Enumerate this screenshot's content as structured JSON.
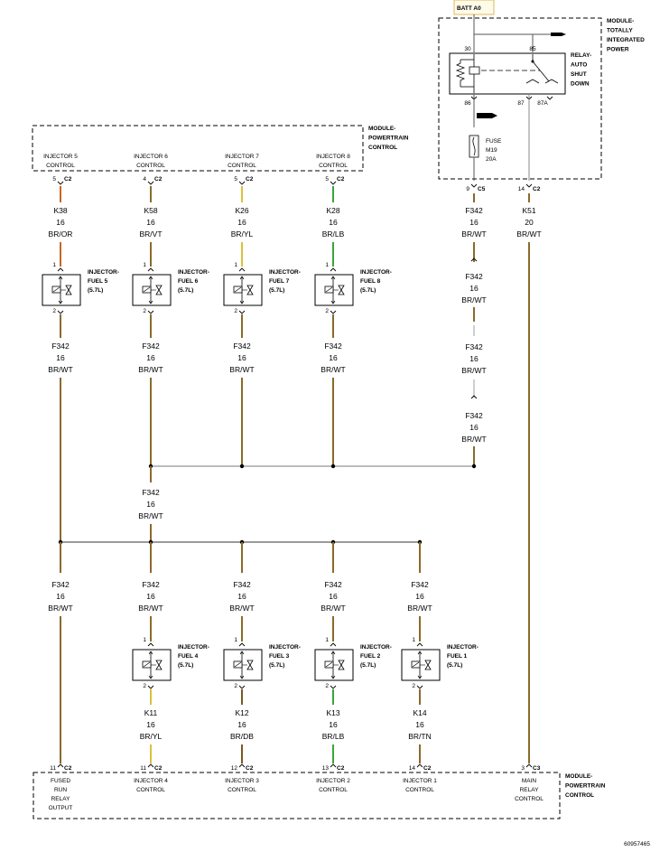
{
  "colors": {
    "BR/WT": "#8b6a2a",
    "BR/OR": "#c8661e",
    "BR/YL": "#d8c23a",
    "BR/LB": "#3aa63a",
    "BR/DB": "#7a5a22",
    "BR/TN": "#8b6a2a",
    "battery": "#555555",
    "relay": "#888888"
  },
  "batt_label": "BATT A0",
  "tipm": {
    "title": [
      "MODULE-",
      "TOTALLY",
      "INTEGRATED",
      "POWER"
    ],
    "relay_label": [
      "RELAY-",
      "AUTO",
      "SHUT",
      "DOWN"
    ],
    "pin30": "30",
    "pin85": "85",
    "pin86": "86",
    "pin87": "87",
    "pin87a": "87A",
    "fuse": [
      "FUSE",
      "M19",
      "20A"
    ],
    "out_pins": [
      {
        "pin": "9",
        "conn": "C5"
      },
      {
        "pin": "14",
        "conn": "C2"
      }
    ]
  },
  "pcm_top": {
    "title": [
      "MODULE-",
      "POWERTRAIN",
      "CONTROL"
    ],
    "pins": [
      {
        "label": [
          "INJECTOR 5",
          "CONTROL"
        ],
        "pin": "5",
        "conn": "C2"
      },
      {
        "label": [
          "INJECTOR 6",
          "CONTROL"
        ],
        "pin": "4",
        "conn": "C2"
      },
      {
        "label": [
          "INJECTOR 7",
          "CONTROL"
        ],
        "pin": "5",
        "conn": "C2"
      },
      {
        "label": [
          "INJECTOR 8",
          "CONTROL"
        ],
        "pin": "5",
        "conn": "C2"
      }
    ]
  },
  "pcm_bottom": {
    "title": [
      "MODULE-",
      "POWERTRAIN",
      "CONTROL"
    ],
    "pins": [
      {
        "label": [
          "FUSED",
          "RUN",
          "RELAY",
          "OUTPUT"
        ],
        "pin": "11",
        "conn": "C2"
      },
      {
        "label": [
          "INJECTOR 4",
          "CONTROL"
        ],
        "pin": "11",
        "conn": "C2"
      },
      {
        "label": [
          "INJECTOR 3",
          "CONTROL"
        ],
        "pin": "12",
        "conn": "C2"
      },
      {
        "label": [
          "INJECTOR 2",
          "CONTROL"
        ],
        "pin": "13",
        "conn": "C2"
      },
      {
        "label": [
          "INJECTOR 1",
          "CONTROL"
        ],
        "pin": "14",
        "conn": "C2"
      },
      {
        "label": [
          "MAIN",
          "RELAY",
          "CONTROL"
        ],
        "pin": "3",
        "conn": "C3"
      }
    ]
  },
  "top_injectors": [
    {
      "name": [
        "INJECTOR-",
        "FUEL 5",
        "(5.7L)"
      ],
      "pin_top": "1",
      "pin_bot": "2",
      "wire_in": {
        "circuit": "K38",
        "gauge": "16",
        "color": "BR/OR"
      },
      "wire_out": {
        "circuit": "F342",
        "gauge": "16",
        "color": "BR/WT"
      }
    },
    {
      "name": [
        "INJECTOR-",
        "FUEL 6",
        "(5.7L)"
      ],
      "pin_top": "1",
      "pin_bot": "2",
      "wire_in": {
        "circuit": "K58",
        "gauge": "16",
        "color": "BR/VT"
      },
      "wire_out": {
        "circuit": "F342",
        "gauge": "16",
        "color": "BR/WT"
      }
    },
    {
      "name": [
        "INJECTOR-",
        "FUEL 7",
        "(5.7L)"
      ],
      "pin_top": "1",
      "pin_bot": "2",
      "wire_in": {
        "circuit": "K26",
        "gauge": "16",
        "color": "BR/YL"
      },
      "wire_out": {
        "circuit": "F342",
        "gauge": "16",
        "color": "BR/WT"
      }
    },
    {
      "name": [
        "INJECTOR-",
        "FUEL 8",
        "(5.7L)"
      ],
      "pin_top": "1",
      "pin_bot": "2",
      "wire_in": {
        "circuit": "K28",
        "gauge": "16",
        "color": "BR/LB"
      },
      "wire_out": {
        "circuit": "F342",
        "gauge": "16",
        "color": "BR/WT"
      }
    }
  ],
  "bottom_injectors": [
    {
      "name": [
        "INJECTOR-",
        "FUEL 4",
        "(5.7L)"
      ],
      "pin_top": "1",
      "pin_bot": "2",
      "wire_in": {
        "circuit": "F342",
        "gauge": "16",
        "color": "BR/WT"
      },
      "wire_out": {
        "circuit": "K11",
        "gauge": "16",
        "color": "BR/YL"
      }
    },
    {
      "name": [
        "INJECTOR-",
        "FUEL 3",
        "(5.7L)"
      ],
      "pin_top": "1",
      "pin_bot": "2",
      "wire_in": {
        "circuit": "F342",
        "gauge": "16",
        "color": "BR/WT"
      },
      "wire_out": {
        "circuit": "K12",
        "gauge": "16",
        "color": "BR/DB"
      }
    },
    {
      "name": [
        "INJECTOR-",
        "FUEL 2",
        "(5.7L)"
      ],
      "pin_top": "1",
      "pin_bot": "2",
      "wire_in": {
        "circuit": "F342",
        "gauge": "16",
        "color": "BR/WT"
      },
      "wire_out": {
        "circuit": "K13",
        "gauge": "16",
        "color": "BR/LB"
      }
    },
    {
      "name": [
        "INJECTOR-",
        "FUEL 1",
        "(5.7L)"
      ],
      "pin_top": "1",
      "pin_bot": "2",
      "wire_in": {
        "circuit": "F342",
        "gauge": "16",
        "color": "BR/WT"
      },
      "wire_out": {
        "circuit": "K14",
        "gauge": "16",
        "color": "BR/TN"
      }
    }
  ],
  "feed_wire_labels": [
    {
      "circuit": "F342",
      "gauge": "16",
      "color": "BR/WT"
    },
    {
      "circuit": "F342",
      "gauge": "16",
      "color": "BR/WT"
    },
    {
      "circuit": "F342",
      "gauge": "16",
      "color": "BR/WT"
    },
    {
      "circuit": "F342",
      "gauge": "16",
      "color": "BR/WT"
    }
  ],
  "relay_ctrl_wire": {
    "circuit": "K51",
    "gauge": "20",
    "color": "BR/WT"
  },
  "fused_out_wire": {
    "circuit": "F342",
    "gauge": "16",
    "color": "BR/WT"
  },
  "mid_wire": {
    "circuit": "F342",
    "gauge": "16",
    "color": "BR/WT"
  },
  "diagram_id": "60957465"
}
